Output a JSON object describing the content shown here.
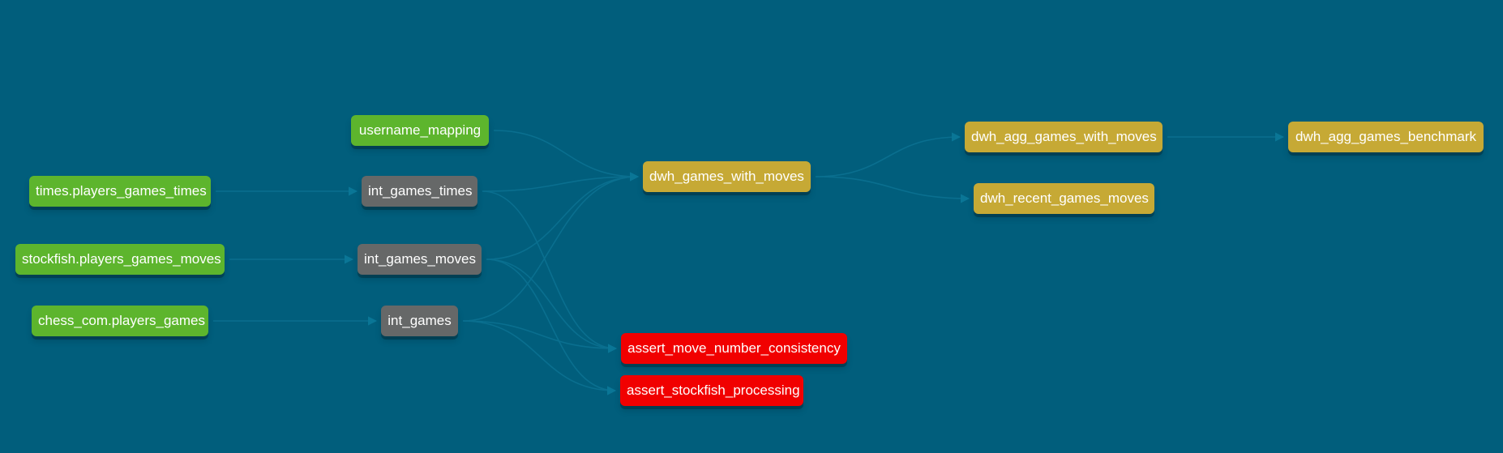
{
  "colors": {
    "background": "#015e7c",
    "source": "#5db52d",
    "intermediate": "#666868",
    "warehouse": "#c6a935",
    "test": "#f10000",
    "edge": "#0a6f8f"
  },
  "nodes": {
    "username_mapping": "username_mapping",
    "times_players_games_times": "times.players_games_times",
    "stockfish_players_games_moves": "stockfish.players_games_moves",
    "chess_com_players_games": "chess_com.players_games",
    "int_games_times": "int_games_times",
    "int_games_moves": "int_games_moves",
    "int_games": "int_games",
    "dwh_games_with_moves": "dwh_games_with_moves",
    "dwh_agg_games_with_moves": "dwh_agg_games_with_moves",
    "dwh_recent_games_moves": "dwh_recent_games_moves",
    "dwh_agg_games_benchmark": "dwh_agg_games_benchmark",
    "assert_move_number_consistency": "assert_move_number_consistency",
    "assert_stockfish_processing": "assert_stockfish_processing"
  },
  "edges": [
    {
      "from": "times_players_games_times",
      "to": "int_games_times"
    },
    {
      "from": "stockfish_players_games_moves",
      "to": "int_games_moves"
    },
    {
      "from": "chess_com_players_games",
      "to": "int_games"
    },
    {
      "from": "username_mapping",
      "to": "dwh_games_with_moves"
    },
    {
      "from": "int_games_times",
      "to": "dwh_games_with_moves"
    },
    {
      "from": "int_games_moves",
      "to": "dwh_games_with_moves"
    },
    {
      "from": "int_games",
      "to": "dwh_games_with_moves"
    },
    {
      "from": "int_games_times",
      "to": "assert_move_number_consistency"
    },
    {
      "from": "int_games_moves",
      "to": "assert_move_number_consistency"
    },
    {
      "from": "int_games",
      "to": "assert_move_number_consistency"
    },
    {
      "from": "int_games_moves",
      "to": "assert_stockfish_processing"
    },
    {
      "from": "int_games",
      "to": "assert_stockfish_processing"
    },
    {
      "from": "dwh_games_with_moves",
      "to": "dwh_agg_games_with_moves"
    },
    {
      "from": "dwh_games_with_moves",
      "to": "dwh_recent_games_moves"
    },
    {
      "from": "dwh_agg_games_with_moves",
      "to": "dwh_agg_games_benchmark"
    }
  ]
}
